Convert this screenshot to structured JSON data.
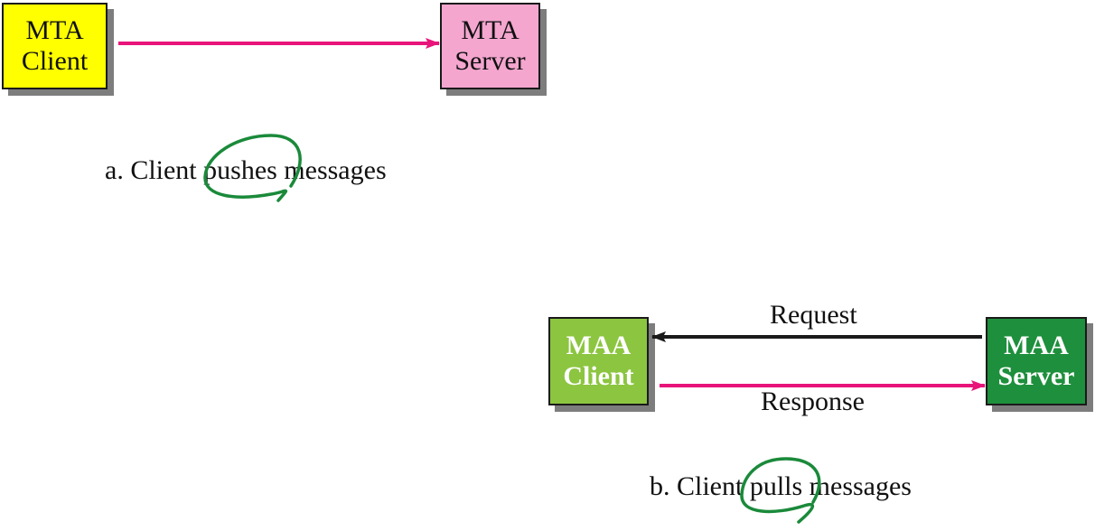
{
  "colors": {
    "mta_client_fill": "#ffff00",
    "mta_server_fill": "#f4a6cf",
    "maa_client_fill": "#8cc540",
    "maa_server_fill": "#1e8f3c",
    "push_arrow": "#e8147a",
    "request_arrow": "#1a1a1a",
    "annotation": "#1a8a3a"
  },
  "part_a": {
    "client": {
      "line1": "MTA",
      "line2": "Client"
    },
    "server": {
      "line1": "MTA",
      "line2": "Server"
    },
    "caption": "a. Client pushes messages"
  },
  "part_b": {
    "client": {
      "line1": "MAA",
      "line2": "Client"
    },
    "server": {
      "line1": "MAA",
      "line2": "Server"
    },
    "request_label": "Request",
    "response_label": "Response",
    "caption": "b. Client pulls messages"
  }
}
